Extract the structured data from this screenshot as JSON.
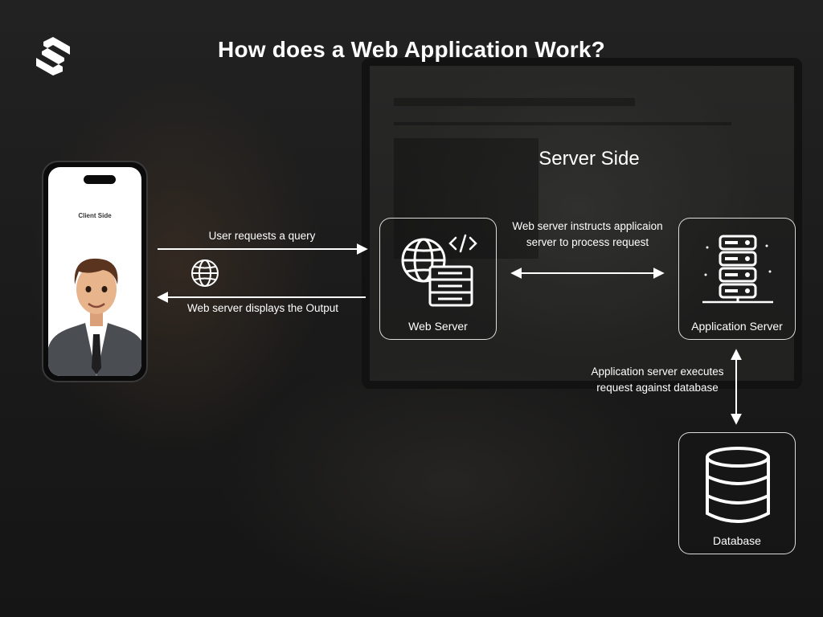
{
  "title": "How does a Web Application Work?",
  "server_side_label": "Server Side",
  "client": {
    "label": "Client Side"
  },
  "nodes": {
    "web_server": "Web Server",
    "application_server": "Application Server",
    "database": "Database"
  },
  "edges": {
    "request": "User requests a query",
    "response": "Web server displays the Output",
    "web_to_app": "Web server instructs applicaion server to process request",
    "app_to_db": "Application server executes request against database"
  },
  "icons": [
    "brand-logo-icon",
    "globe-icon",
    "web-server-icon",
    "code-icon",
    "application-server-icon",
    "database-icon"
  ],
  "colors": {
    "background": "#1c1c1c",
    "foreground": "#ffffff"
  }
}
